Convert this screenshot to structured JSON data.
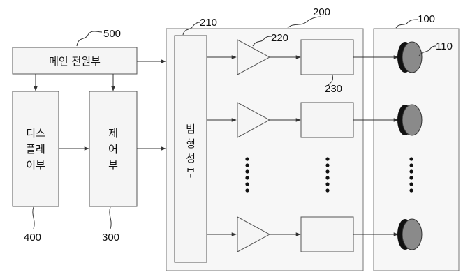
{
  "ref_labels": {
    "main_power_unit": "500",
    "display_unit": "400",
    "control_unit": "300",
    "beamforming_unit": "210",
    "transmitter_module": "200",
    "amplifier": "220",
    "output_block": "230",
    "antenna_array": "100",
    "antenna_element": "110"
  },
  "blocks": {
    "main_power_unit": "메인 전원부",
    "display_unit": [
      "디스",
      "플레",
      "이부"
    ],
    "control_unit": [
      "제",
      "어",
      "부"
    ],
    "beamforming_unit": [
      "빔",
      "형",
      "성",
      "부"
    ]
  },
  "colors": {
    "block_fill": "#f5f5f5",
    "panel_fill": "#f7f7f7",
    "outline": "#555555",
    "element_dark": "#111111",
    "element_face": "#8a8a8a"
  },
  "icons": {
    "amplifier": "triangle",
    "antenna_element": "disc",
    "ellipsis": "vertical-dots"
  },
  "channels": 3
}
